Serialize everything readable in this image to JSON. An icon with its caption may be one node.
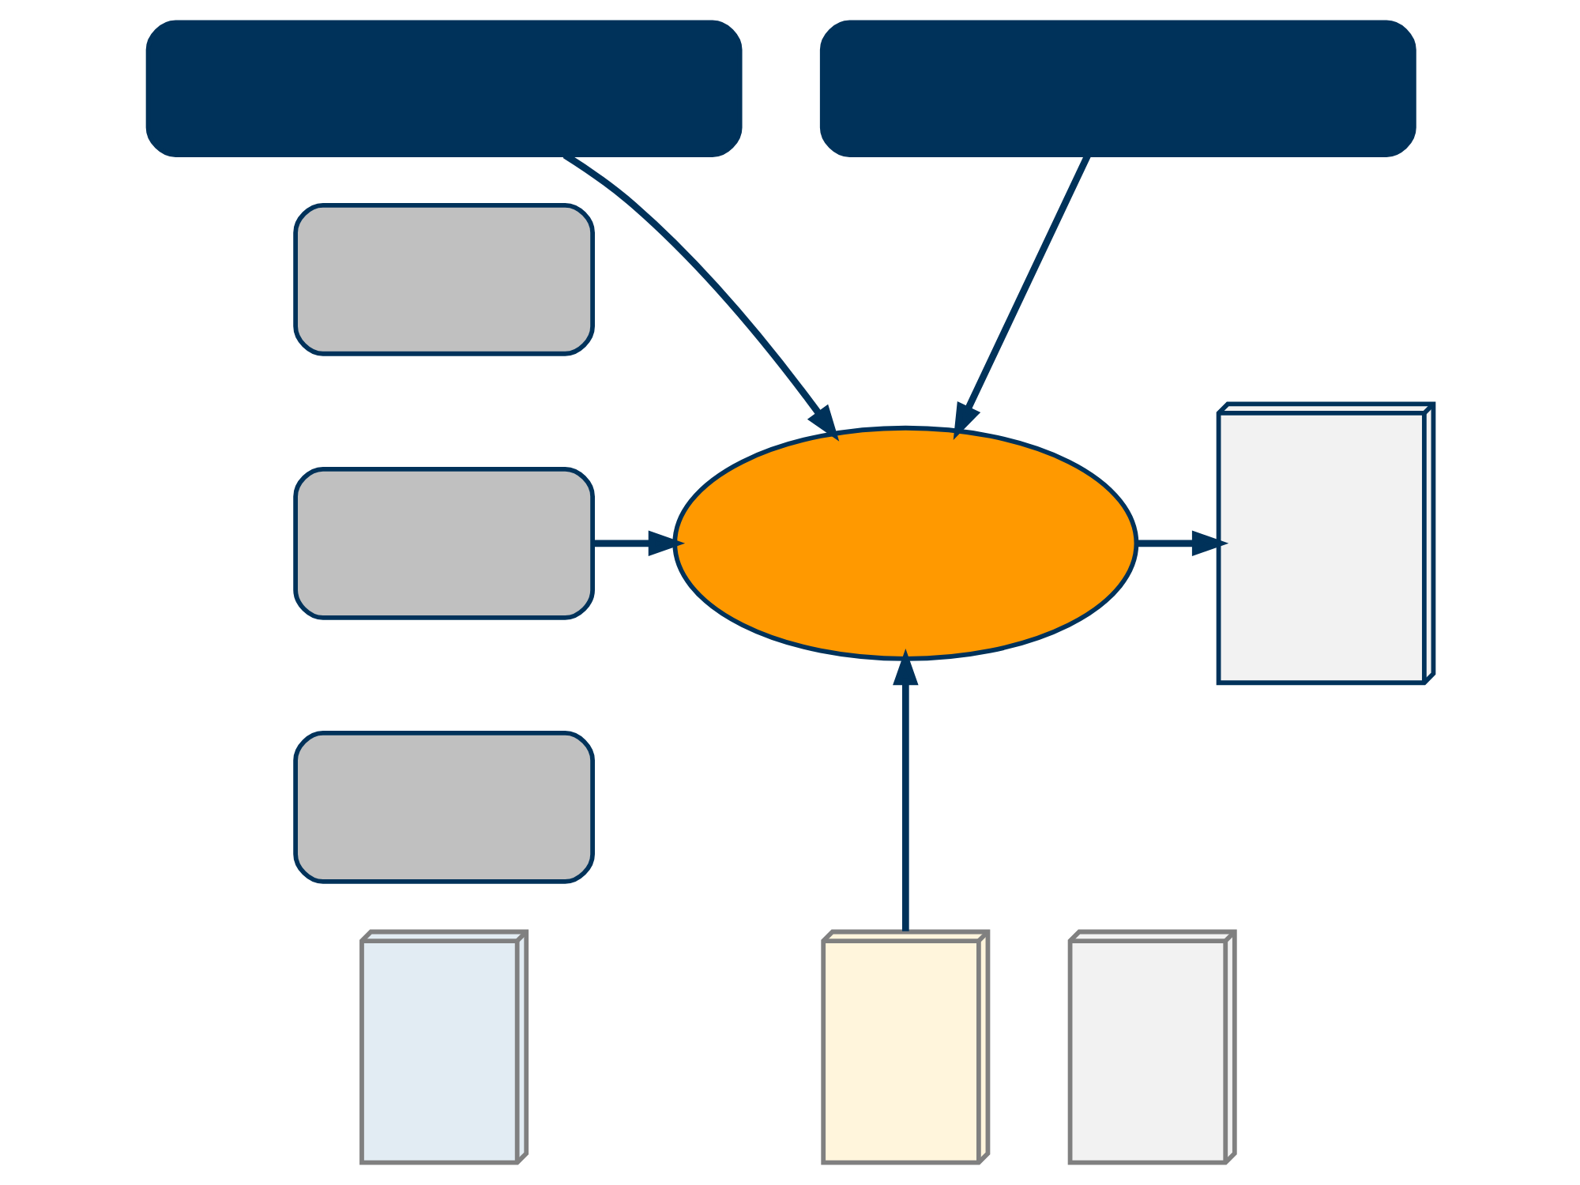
{
  "diagram": {
    "nodes": [
      {
        "text": [],
        "shape": "box"
      },
      {
        "text": [],
        "shape": "box"
      },
      {
        "text": [],
        "shape": "box"
      },
      {
        "text": [],
        "shape": "ellipse"
      },
      {
        "text": [],
        "shape": "document"
      },
      {
        "text": [],
        "shape": "box"
      },
      {
        "text": [],
        "shape": "box"
      },
      {
        "text": [],
        "shape": "document"
      },
      {
        "text": [],
        "shape": "document"
      },
      {
        "text": [],
        "shape": "document"
      }
    ],
    "edges": [
      {
        "from": 0,
        "to": 3,
        "arrow": "to"
      },
      {
        "from": 1,
        "to": 3,
        "arrow": "to"
      },
      {
        "from": 5,
        "to": 3,
        "arrow": "to"
      },
      {
        "from": 3,
        "to": 4,
        "arrow": "to"
      },
      {
        "from": 8,
        "to": 3,
        "arrow": "to"
      }
    ]
  }
}
